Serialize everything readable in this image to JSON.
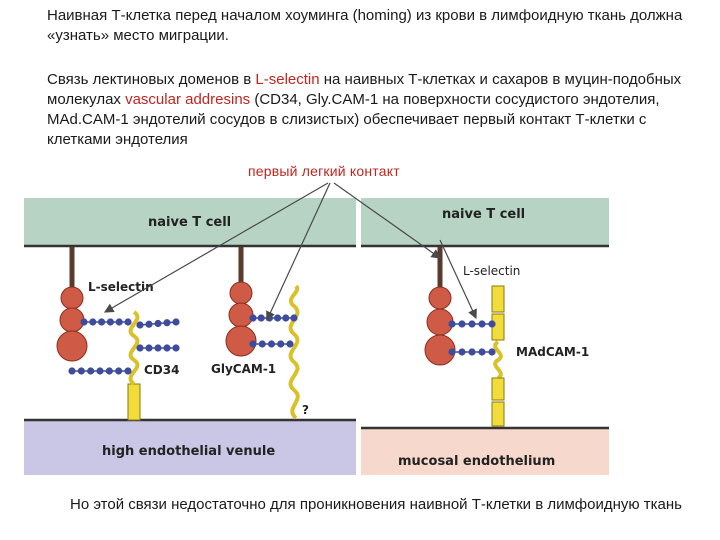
{
  "text": {
    "intro": "Наивная Т-клетка перед началом хоуминга (homing) из крови в лимфоидную ткань должна «узнать» место миграции.",
    "p2_a": "Связь лектиновых доменов в ",
    "p2_lselectin": "L-selectin",
    "p2_b": " на наивных Т-клетках и сахаров в муцин-подобных молекулах ",
    "p2_addresins": "vascular addresins",
    "p2_c": " (CD34, Gly.CAM-1 на поверхности сосудистого эндотелия, MAd.CAM-1 эндотелий сосудов в слизистых) обеспечивает первый контакт Т-клетки с клетками эндотелия",
    "first_contact": "первый легкий контакт",
    "conclusion": "Но этой связи недостаточно для проникновения наивной Т-клетки в лимфоидную ткань"
  },
  "diagram": {
    "left_panel": {
      "top_label": "naive T cell",
      "bottom_label": "high endothelial venule",
      "molecules": [
        "L-selectin",
        "CD34",
        "GlyCAM-1"
      ],
      "question_mark": "?"
    },
    "right_panel": {
      "top_label": "naive T cell",
      "bottom_label": "mucosal endothelium",
      "molecules": [
        "L-selectin",
        "MAdCAM-1"
      ]
    },
    "colors": {
      "tcell_band": "#b7d3c3",
      "hev_band": "#c9c6e6",
      "mucosal_band": "#f6d9cc",
      "selectin_red": "#cf5a45",
      "stalk_brown": "#5a3a2c",
      "sugar_blue": "#3f4c9c",
      "mucin_yellow": "#f2dc3a",
      "arrow": "#4a4a4a"
    }
  }
}
